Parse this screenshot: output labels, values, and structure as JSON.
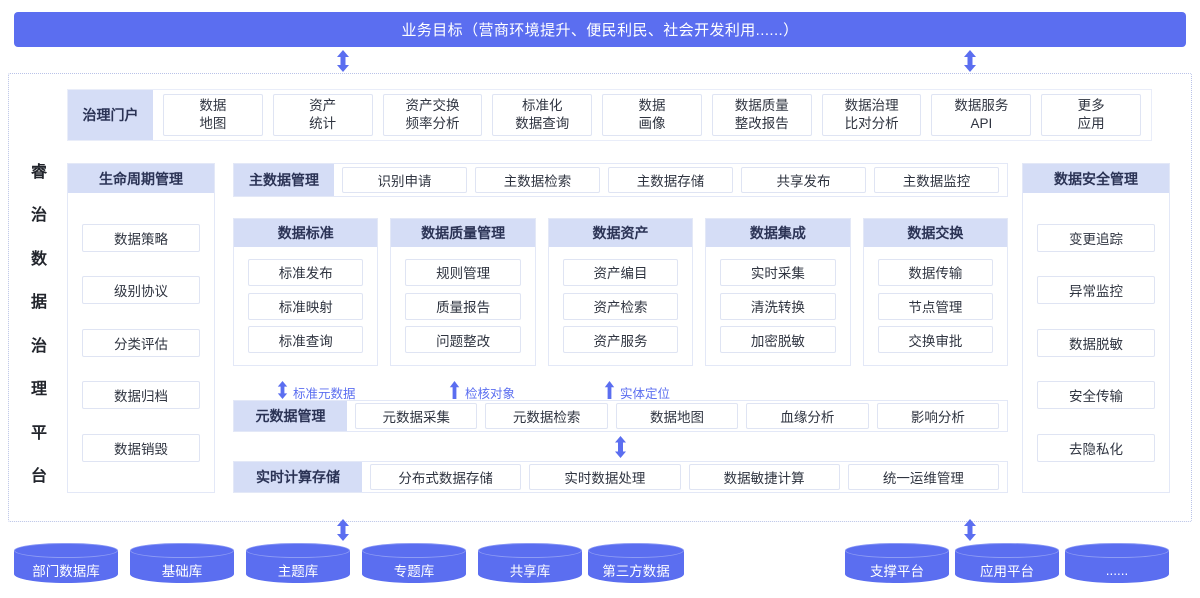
{
  "banner": {
    "title": "业务目标（营商环境提升、便民利民、社会开发利用......）"
  },
  "platform_title": {
    "chars": [
      "睿",
      "治",
      "数",
      "据",
      "治",
      "理",
      "平",
      "台"
    ]
  },
  "portal": {
    "label": "治理门户",
    "items": [
      {
        "line1": "数据",
        "line2": "地图"
      },
      {
        "line1": "资产",
        "line2": "统计"
      },
      {
        "line1": "资产交换",
        "line2": "频率分析"
      },
      {
        "line1": "标准化",
        "line2": "数据查询"
      },
      {
        "line1": "数据",
        "line2": "画像"
      },
      {
        "line1": "数据质量",
        "line2": "整改报告"
      },
      {
        "line1": "数据治理",
        "line2": "比对分析"
      },
      {
        "line1": "数据服务",
        "line2": "API"
      },
      {
        "line1": "更多",
        "line2": "应用"
      }
    ]
  },
  "lifecycle": {
    "title": "生命周期管理",
    "items": [
      "数据策略",
      "级别协议",
      "分类评估",
      "数据归档",
      "数据销毁"
    ]
  },
  "security": {
    "title": "数据安全管理",
    "items": [
      "变更追踪",
      "异常监控",
      "数据脱敏",
      "安全传输",
      "去隐私化"
    ]
  },
  "master_data": {
    "label": "主数据管理",
    "items": [
      "识别申请",
      "主数据检索",
      "主数据存储",
      "共享发布",
      "主数据监控"
    ]
  },
  "columns": [
    {
      "title": "数据标准",
      "items": [
        "标准发布",
        "标准映射",
        "标准查询"
      ]
    },
    {
      "title": "数据质量管理",
      "items": [
        "规则管理",
        "质量报告",
        "问题整改"
      ]
    },
    {
      "title": "数据资产",
      "items": [
        "资产编目",
        "资产检索",
        "资产服务"
      ]
    },
    {
      "title": "数据集成",
      "items": [
        "实时采集",
        "清洗转换",
        "加密脱敏"
      ]
    },
    {
      "title": "数据交换",
      "items": [
        "数据传输",
        "节点管理",
        "交换审批"
      ]
    }
  ],
  "annotations": [
    {
      "text": "标准元数据",
      "arrow": "double-arrow-icon"
    },
    {
      "text": "检核对象",
      "arrow": "up-arrow-icon"
    },
    {
      "text": "实体定位",
      "arrow": "up-arrow-icon"
    }
  ],
  "metadata": {
    "label": "元数据管理",
    "items": [
      "元数据采集",
      "元数据检索",
      "数据地图",
      "血缘分析",
      "影响分析"
    ]
  },
  "realtime": {
    "label": "实时计算存储",
    "items": [
      "分布式数据存储",
      "实时数据处理",
      "数据敏捷计算",
      "统一运维管理"
    ]
  },
  "data_sources": {
    "left": [
      "部门数据库",
      "基础库",
      "主题库",
      "专题库",
      "共享库",
      "第三方数据"
    ],
    "right": [
      "支撑平台",
      "应用平台",
      "......"
    ]
  },
  "colors": {
    "accent": "#5b6ef0",
    "band_label_bg": "#d5ddf6",
    "chip_border": "#dfe4f3",
    "frame_border": "#b9c2e8",
    "text": "#2f3440",
    "annotation_text": "#5b6ef0"
  }
}
